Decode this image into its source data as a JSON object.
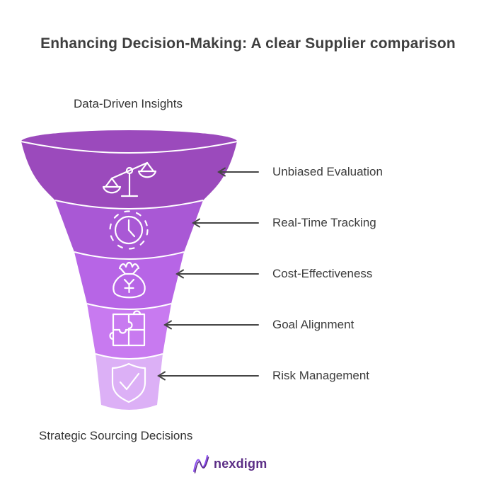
{
  "title": "Enhancing Decision-Making: A clear Supplier comparison",
  "funnel": {
    "top_label": "Data-Driven Insights",
    "bottom_label": "Strategic Sourcing Decisions",
    "stages": [
      {
        "label": "Unbiased Evaluation",
        "icon": "scales-icon",
        "color": "#9b4abc"
      },
      {
        "label": "Real-Time Tracking",
        "icon": "clock-icon",
        "color": "#a958d5"
      },
      {
        "label": "Cost-Effectiveness",
        "icon": "money-bag-icon",
        "color": "#b765e6"
      },
      {
        "label": "Goal Alignment",
        "icon": "puzzle-icon",
        "color": "#c87af0"
      },
      {
        "label": "Risk Management",
        "icon": "shield-check-icon",
        "color": "#dcb0f6"
      }
    ]
  },
  "logo": {
    "text": "nexdigm",
    "brand_color": "#5b2d86",
    "swoosh_color": "#8a4df0"
  },
  "colors": {
    "arrow": "#454545",
    "separator": "#ffffff",
    "icon_stroke": "#ffffff",
    "text": "#3c3c3c"
  }
}
